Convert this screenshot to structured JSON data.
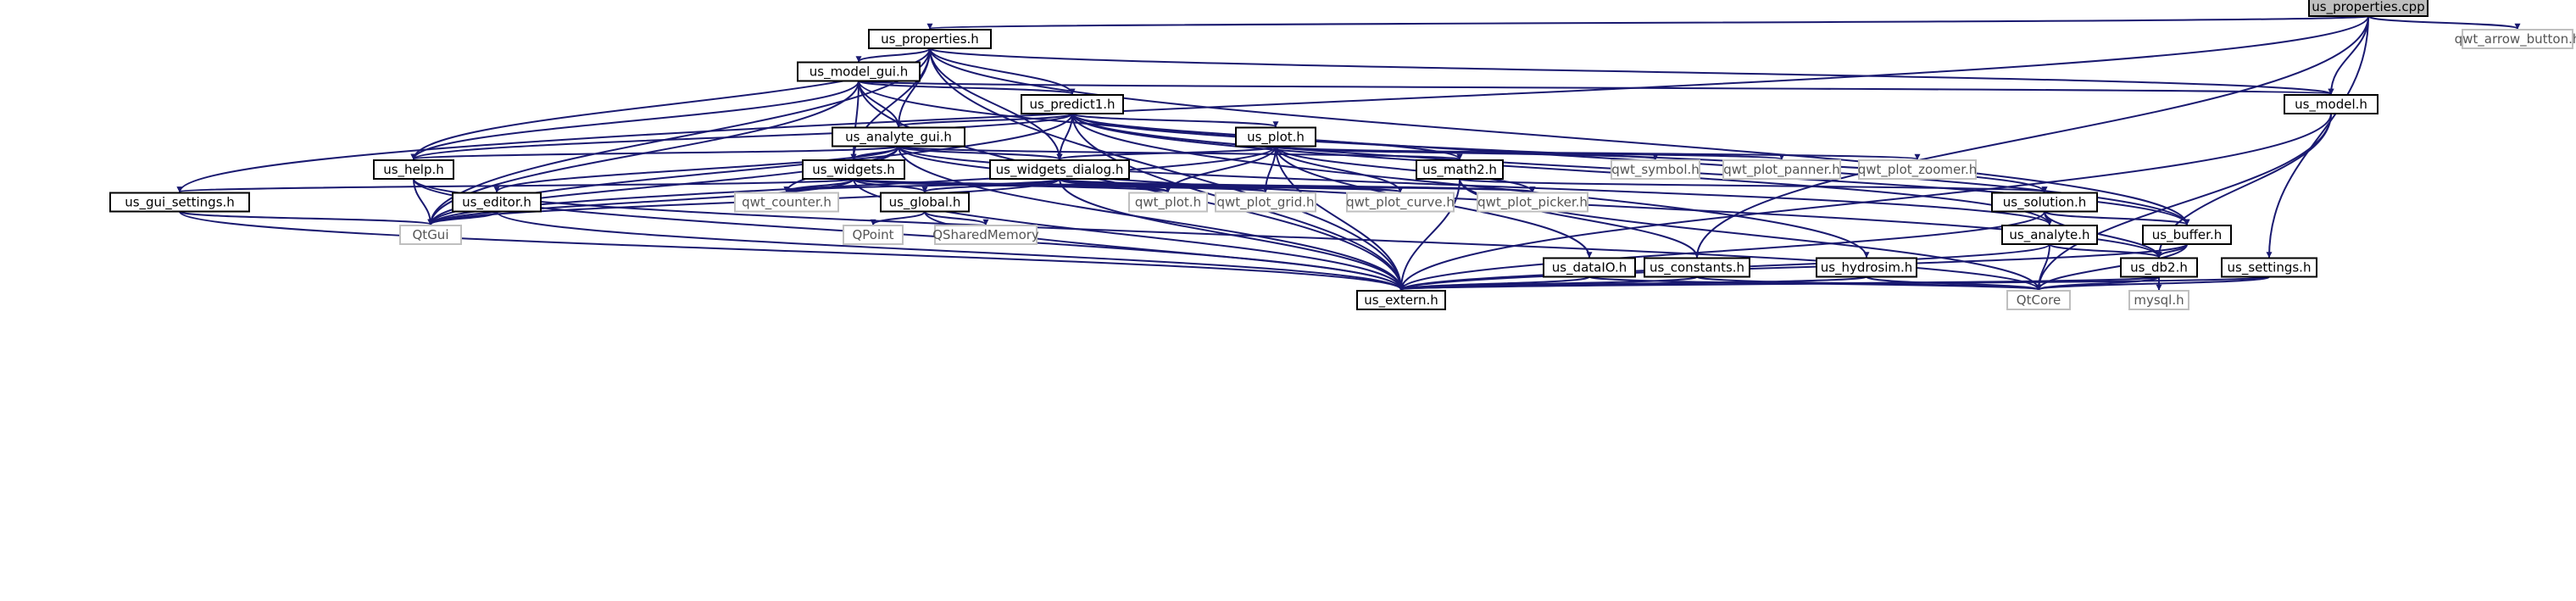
{
  "colors": {
    "edge": "#191970",
    "box_border": "#000000",
    "ext_border": "#bfbfbf",
    "root_fill": "#bfbfbf",
    "node_fill": "#ffffff"
  },
  "nodes": [
    {
      "id": "us_properties_cpp",
      "label": "us_properties.cpp",
      "kind": "root"
    },
    {
      "id": "us_properties_h",
      "label": "us_properties.h",
      "kind": "file"
    },
    {
      "id": "qwt_arrow_button_h",
      "label": "qwt_arrow_button.h",
      "kind": "external"
    },
    {
      "id": "us_model_gui_h",
      "label": "us_model_gui.h",
      "kind": "file"
    },
    {
      "id": "us_model_h",
      "label": "us_model.h",
      "kind": "file"
    },
    {
      "id": "us_predict1_h",
      "label": "us_predict1.h",
      "kind": "file"
    },
    {
      "id": "us_analyte_gui_h",
      "label": "us_analyte_gui.h",
      "kind": "file"
    },
    {
      "id": "us_plot_h",
      "label": "us_plot.h",
      "kind": "file"
    },
    {
      "id": "us_help_h",
      "label": "us_help.h",
      "kind": "file"
    },
    {
      "id": "us_widgets_dialog_h",
      "label": "us_widgets_dialog.h",
      "kind": "file"
    },
    {
      "id": "us_math2_h",
      "label": "us_math2.h",
      "kind": "file"
    },
    {
      "id": "qwt_symbol_h",
      "label": "qwt_symbol.h",
      "kind": "external"
    },
    {
      "id": "qwt_plot_panner_h",
      "label": "qwt_plot_panner.h",
      "kind": "external"
    },
    {
      "id": "qwt_plot_zoomer_h",
      "label": "qwt_plot_zoomer.h",
      "kind": "external"
    },
    {
      "id": "us_widgets_h",
      "label": "us_widgets.h",
      "kind": "file"
    },
    {
      "id": "us_gui_settings_h",
      "label": "us_gui_settings.h",
      "kind": "file"
    },
    {
      "id": "us_editor_h",
      "label": "us_editor.h",
      "kind": "file"
    },
    {
      "id": "qwt_counter_h",
      "label": "qwt_counter.h",
      "kind": "external"
    },
    {
      "id": "us_global_h",
      "label": "us_global.h",
      "kind": "file"
    },
    {
      "id": "qwt_plot_h",
      "label": "qwt_plot.h",
      "kind": "external"
    },
    {
      "id": "qwt_plot_grid_h",
      "label": "qwt_plot_grid.h",
      "kind": "external"
    },
    {
      "id": "qwt_plot_curve_h",
      "label": "qwt_plot_curve.h",
      "kind": "external"
    },
    {
      "id": "qwt_plot_picker_h",
      "label": "qwt_plot_picker.h",
      "kind": "external"
    },
    {
      "id": "us_solution_h",
      "label": "us_solution.h",
      "kind": "file"
    },
    {
      "id": "QtGui",
      "label": "QtGui",
      "kind": "external"
    },
    {
      "id": "QPoint",
      "label": "QPoint",
      "kind": "external"
    },
    {
      "id": "QSharedMemory",
      "label": "QSharedMemory",
      "kind": "external"
    },
    {
      "id": "us_buffer_h",
      "label": "us_buffer.h",
      "kind": "file"
    },
    {
      "id": "us_analyte_h",
      "label": "us_analyte.h",
      "kind": "file"
    },
    {
      "id": "us_dataIO_h",
      "label": "us_dataIO.h",
      "kind": "file"
    },
    {
      "id": "us_constants_h",
      "label": "us_constants.h",
      "kind": "file"
    },
    {
      "id": "us_hydrosim_h",
      "label": "us_hydrosim.h",
      "kind": "file"
    },
    {
      "id": "us_db2_h",
      "label": "us_db2.h",
      "kind": "file"
    },
    {
      "id": "us_settings_h",
      "label": "us_settings.h",
      "kind": "file"
    },
    {
      "id": "us_extern_h",
      "label": "us_extern.h",
      "kind": "file"
    },
    {
      "id": "QtCore",
      "label": "QtCore",
      "kind": "external"
    },
    {
      "id": "mysql_h",
      "label": "mysql.h",
      "kind": "external"
    }
  ],
  "edges": [
    [
      "us_properties_cpp",
      "us_properties_h"
    ],
    [
      "us_properties_cpp",
      "qwt_arrow_button_h"
    ],
    [
      "us_properties_cpp",
      "us_model_h"
    ],
    [
      "us_properties_cpp",
      "us_gui_settings_h"
    ],
    [
      "us_properties_cpp",
      "us_settings_h"
    ],
    [
      "us_properties_cpp",
      "us_constants_h"
    ],
    [
      "us_properties_h",
      "us_model_gui_h"
    ],
    [
      "us_properties_h",
      "us_predict1_h"
    ],
    [
      "us_properties_h",
      "us_analyte_gui_h"
    ],
    [
      "us_properties_h",
      "us_widgets_h"
    ],
    [
      "us_properties_h",
      "us_help_h"
    ],
    [
      "us_properties_h",
      "us_widgets_dialog_h"
    ],
    [
      "us_properties_h",
      "us_model_h"
    ],
    [
      "us_properties_h",
      "us_buffer_h"
    ],
    [
      "us_properties_h",
      "QtGui"
    ],
    [
      "us_properties_h",
      "us_extern_h"
    ],
    [
      "us_model_gui_h",
      "us_model_h"
    ],
    [
      "us_model_gui_h",
      "us_predict1_h"
    ],
    [
      "us_model_gui_h",
      "us_analyte_gui_h"
    ],
    [
      "us_model_gui_h",
      "us_widgets_h"
    ],
    [
      "us_model_gui_h",
      "us_help_h"
    ],
    [
      "us_model_gui_h",
      "QtGui"
    ],
    [
      "us_model_gui_h",
      "us_buffer_h"
    ],
    [
      "us_model_gui_h",
      "us_extern_h"
    ],
    [
      "us_model_h",
      "us_db2_h"
    ],
    [
      "us_model_h",
      "us_extern_h"
    ],
    [
      "us_model_h",
      "QtCore"
    ],
    [
      "us_predict1_h",
      "us_analyte_gui_h"
    ],
    [
      "us_predict1_h",
      "us_plot_h"
    ],
    [
      "us_predict1_h",
      "us_widgets_dialog_h"
    ],
    [
      "us_predict1_h",
      "us_help_h"
    ],
    [
      "us_predict1_h",
      "us_math2_h"
    ],
    [
      "us_predict1_h",
      "us_hydrosim_h"
    ],
    [
      "us_predict1_h",
      "us_analyte_h"
    ],
    [
      "us_predict1_h",
      "us_solution_h"
    ],
    [
      "us_predict1_h",
      "us_buffer_h"
    ],
    [
      "us_predict1_h",
      "QtGui"
    ],
    [
      "us_predict1_h",
      "us_extern_h"
    ],
    [
      "us_analyte_gui_h",
      "us_widgets_h"
    ],
    [
      "us_analyte_gui_h",
      "us_widgets_dialog_h"
    ],
    [
      "us_analyte_gui_h",
      "us_help_h"
    ],
    [
      "us_analyte_gui_h",
      "us_editor_h"
    ],
    [
      "us_analyte_gui_h",
      "us_math2_h"
    ],
    [
      "us_analyte_gui_h",
      "us_analyte_h"
    ],
    [
      "us_analyte_gui_h",
      "us_db2_h"
    ],
    [
      "us_analyte_gui_h",
      "qwt_counter_h"
    ],
    [
      "us_analyte_gui_h",
      "QtGui"
    ],
    [
      "us_analyte_gui_h",
      "us_extern_h"
    ],
    [
      "us_plot_h",
      "us_widgets_dialog_h"
    ],
    [
      "us_plot_h",
      "qwt_symbol_h"
    ],
    [
      "us_plot_h",
      "qwt_plot_panner_h"
    ],
    [
      "us_plot_h",
      "qwt_plot_zoomer_h"
    ],
    [
      "us_plot_h",
      "qwt_plot_h"
    ],
    [
      "us_plot_h",
      "qwt_plot_grid_h"
    ],
    [
      "us_plot_h",
      "qwt_plot_curve_h"
    ],
    [
      "us_plot_h",
      "qwt_plot_picker_h"
    ],
    [
      "us_plot_h",
      "us_dataIO_h"
    ],
    [
      "us_plot_h",
      "us_extern_h"
    ],
    [
      "us_plot_h",
      "QtGui"
    ],
    [
      "us_help_h",
      "QtGui"
    ],
    [
      "us_help_h",
      "us_extern_h"
    ],
    [
      "us_help_h",
      "QtCore"
    ],
    [
      "us_widgets_dialog_h",
      "us_global_h"
    ],
    [
      "us_widgets_dialog_h",
      "qwt_counter_h"
    ],
    [
      "us_widgets_dialog_h",
      "qwt_plot_h"
    ],
    [
      "us_widgets_dialog_h",
      "qwt_plot_grid_h"
    ],
    [
      "us_widgets_dialog_h",
      "qwt_plot_curve_h"
    ],
    [
      "us_widgets_dialog_h",
      "qwt_plot_picker_h"
    ],
    [
      "us_widgets_dialog_h",
      "QtGui"
    ],
    [
      "us_widgets_dialog_h",
      "us_extern_h"
    ],
    [
      "us_math2_h",
      "us_solution_h"
    ],
    [
      "us_math2_h",
      "us_constants_h"
    ],
    [
      "us_math2_h",
      "us_extern_h"
    ],
    [
      "us_math2_h",
      "QtCore"
    ],
    [
      "us_widgets_h",
      "us_gui_settings_h"
    ],
    [
      "us_widgets_h",
      "us_global_h"
    ],
    [
      "us_widgets_h",
      "qwt_counter_h"
    ],
    [
      "us_widgets_h",
      "qwt_plot_h"
    ],
    [
      "us_widgets_h",
      "qwt_plot_grid_h"
    ],
    [
      "us_widgets_h",
      "qwt_plot_curve_h"
    ],
    [
      "us_widgets_h",
      "qwt_plot_picker_h"
    ],
    [
      "us_widgets_h",
      "QtGui"
    ],
    [
      "us_widgets_h",
      "us_extern_h"
    ],
    [
      "us_gui_settings_h",
      "QtGui"
    ],
    [
      "us_gui_settings_h",
      "us_extern_h"
    ],
    [
      "us_editor_h",
      "QtGui"
    ],
    [
      "us_editor_h",
      "us_extern_h"
    ],
    [
      "us_global_h",
      "QPoint"
    ],
    [
      "us_global_h",
      "QSharedMemory"
    ],
    [
      "us_global_h",
      "us_extern_h"
    ],
    [
      "us_solution_h",
      "us_buffer_h"
    ],
    [
      "us_solution_h",
      "us_analyte_h"
    ],
    [
      "us_solution_h",
      "us_db2_h"
    ],
    [
      "us_solution_h",
      "us_extern_h"
    ],
    [
      "us_buffer_h",
      "us_db2_h"
    ],
    [
      "us_buffer_h",
      "us_extern_h"
    ],
    [
      "us_buffer_h",
      "QtCore"
    ],
    [
      "us_analyte_h",
      "us_db2_h"
    ],
    [
      "us_analyte_h",
      "us_extern_h"
    ],
    [
      "us_analyte_h",
      "QtCore"
    ],
    [
      "us_dataIO_h",
      "us_extern_h"
    ],
    [
      "us_dataIO_h",
      "QtCore"
    ],
    [
      "us_constants_h",
      "us_extern_h"
    ],
    [
      "us_constants_h",
      "QtCore"
    ],
    [
      "us_hydrosim_h",
      "us_extern_h"
    ],
    [
      "us_hydrosim_h",
      "QtCore"
    ],
    [
      "us_db2_h",
      "mysql_h"
    ],
    [
      "us_db2_h",
      "us_extern_h"
    ],
    [
      "us_db2_h",
      "QtCore"
    ],
    [
      "us_settings_h",
      "us_extern_h"
    ],
    [
      "us_settings_h",
      "QtCore"
    ]
  ]
}
